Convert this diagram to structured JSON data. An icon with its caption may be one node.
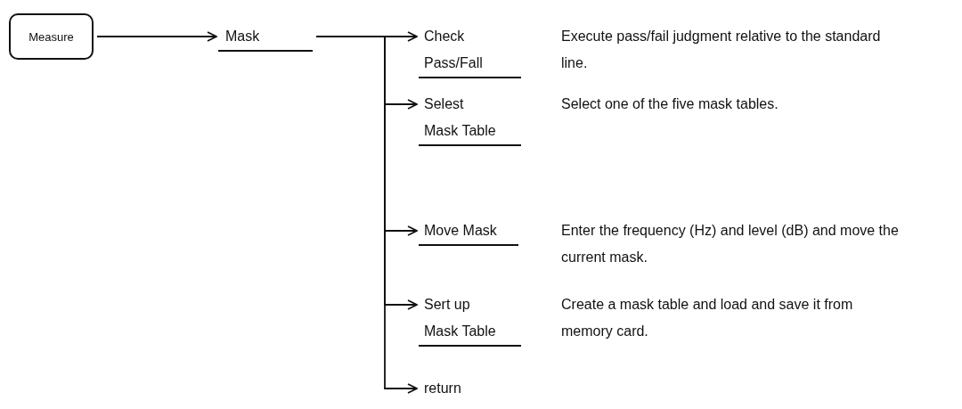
{
  "diagram": {
    "nodes": [
      {
        "text": [
          "Measure"
        ]
      },
      {
        "text": [
          "Mask"
        ]
      },
      {
        "text": [
          "Check Pass/Fall"
        ],
        "beside": [
          "Execute pass/fail judgment relative to the standard line."
        ]
      },
      {
        "text": [
          "Selest Mask Table"
        ],
        "beside": [
          "Select one of the five mask tables."
        ]
      },
      {
        "text": [
          "Move Mask"
        ],
        "beside": [
          "Enter the frequency (Hz) and level (dB) and move the current mask."
        ]
      },
      {
        "text": [
          "Sert up Mask Table"
        ],
        "beside": [
          "Create a mask table and load and save it from memory card."
        ]
      },
      {
        "text": [
          "return"
        ]
      }
    ],
    "edges": [
      {
        "from": 0,
        "to": 1,
        "arrow": "to"
      },
      {
        "from": 1,
        "to": 2,
        "arrow": "to"
      },
      {
        "from": 1,
        "to": 3,
        "arrow": "to"
      },
      {
        "from": 1,
        "to": 4,
        "arrow": "to"
      },
      {
        "from": 1,
        "to": 5,
        "arrow": "to"
      },
      {
        "from": 1,
        "to": 6,
        "arrow": "to"
      }
    ]
  }
}
